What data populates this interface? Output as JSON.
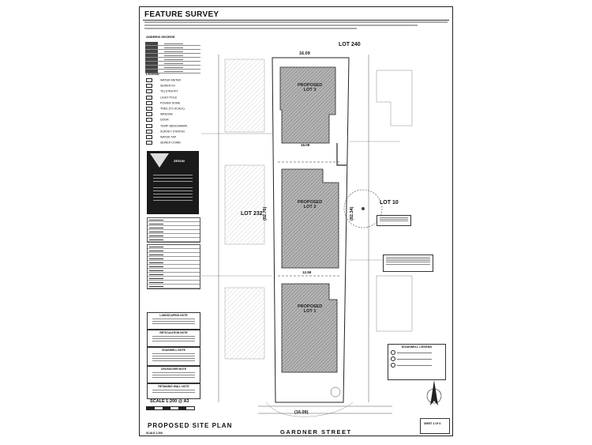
{
  "sheet": {
    "title": "FEATURE SURVEY",
    "owner": "ANDREW GEORGE",
    "legend_heading": "LEGEND",
    "legend_items": [
      {
        "label": "WATER METER",
        "icon": "water-meter-icon"
      },
      {
        "label": "SEWER I/O",
        "icon": "sewer-icon"
      },
      {
        "label": "TELSTRA PIT",
        "icon": "telstra-pit-icon"
      },
      {
        "label": "LIGHT POLE",
        "icon": "light-pole-icon"
      },
      {
        "label": "POWER DOME",
        "icon": "power-dome-icon"
      },
      {
        "label": "TREE (TO SCALE)",
        "icon": "tree-icon"
      },
      {
        "label": "WINDOW",
        "icon": "window-icon"
      },
      {
        "label": "DOOR",
        "icon": "door-icon"
      },
      {
        "label": "TEMP. BENCHMARK",
        "icon": "benchmark-icon"
      },
      {
        "label": "SURVEY STATION",
        "icon": "survey-station-icon"
      },
      {
        "label": "WATER TAP",
        "icon": "water-tap-icon"
      },
      {
        "label": "SEWER COMM.",
        "icon": "sewer-comm-icon"
      }
    ],
    "company": "ZESON",
    "notes": [
      {
        "heading": "LANDSCAPING NOTE"
      },
      {
        "heading": "RETICULATION NOTE"
      },
      {
        "heading": "SOAKWELL NOTE"
      },
      {
        "heading": "CROSSOVER NOTE"
      },
      {
        "heading": "RETAINING WALL NOTE"
      }
    ],
    "scale_label": "SCALE 1:200 @ A3",
    "drawing_title": "PROPOSED SITE PLAN",
    "drawing_scale": "SCALE 1:200"
  },
  "plan": {
    "street": "GARDNER STREET",
    "lots": {
      "top": "LOT 240",
      "left": "LOT 232",
      "right": "LOT 10"
    },
    "proposed": [
      {
        "name": "PROPOSED",
        "lot": "LOT 3"
      },
      {
        "name": "PROPOSED",
        "lot": "LOT 2"
      },
      {
        "name": "PROPOSED",
        "lot": "LOT 1"
      }
    ],
    "dims": {
      "top": "16.09",
      "bottom": "(16.09)",
      "left": "(82.76)",
      "right": "(82.34)",
      "lot3_width": "16.09",
      "lot2_width": "12.59"
    },
    "soakwell_legend": "SOAKWELL LEGEND",
    "sheet_label": "SHEET 4 OF 6"
  },
  "colors": {
    "hatch": "#9a9a9a",
    "line": "#222222"
  }
}
